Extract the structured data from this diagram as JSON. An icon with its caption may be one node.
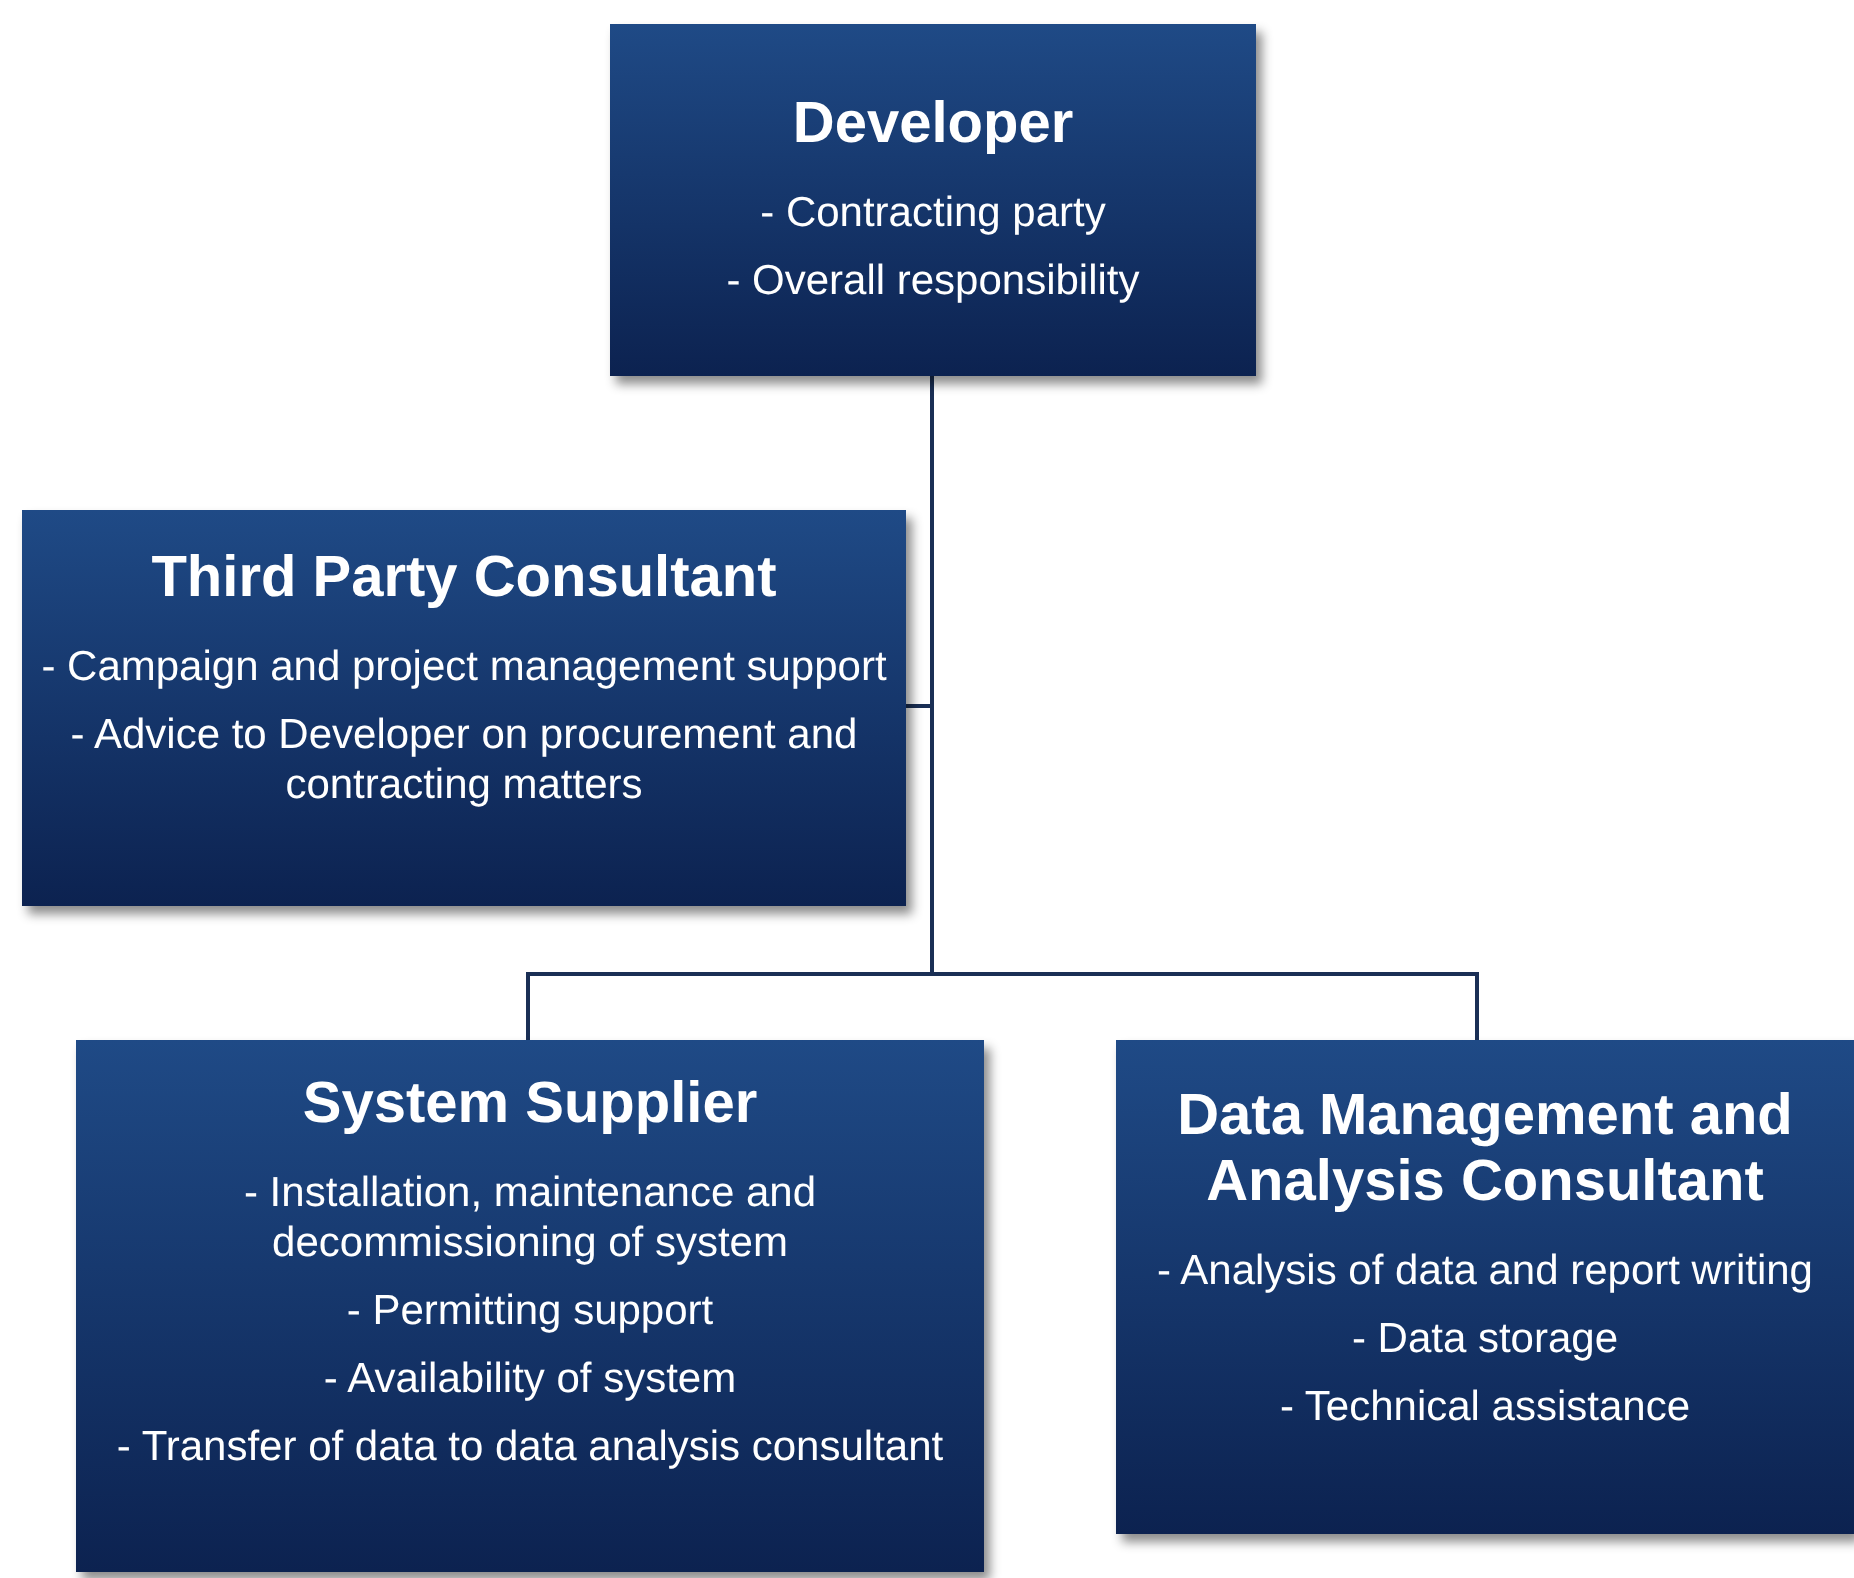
{
  "diagram": {
    "nodes": [
      {
        "text": [
          "Developer",
          "- Contracting party",
          "- Overall responsibility"
        ]
      },
      {
        "text": [
          "Third Party Consultant",
          "- Campaign and project management support",
          "- Advice to Developer on procurement and contracting matters"
        ]
      },
      {
        "text": [
          "System Supplier",
          "- Installation, maintenance and decommissioning of system",
          "- Permitting support",
          "- Availability of system",
          "- Transfer of data to data analysis consultant"
        ]
      },
      {
        "text": [
          "Data Management and Analysis Consultant",
          "- Analysis of data and report writing",
          "- Data storage",
          "- Technical assistance"
        ]
      }
    ],
    "edges": [
      {
        "from": 0,
        "to": 1,
        "arrow": "none"
      },
      {
        "from": 0,
        "to": 2,
        "arrow": "none"
      },
      {
        "from": 0,
        "to": 3,
        "arrow": "none"
      }
    ]
  }
}
